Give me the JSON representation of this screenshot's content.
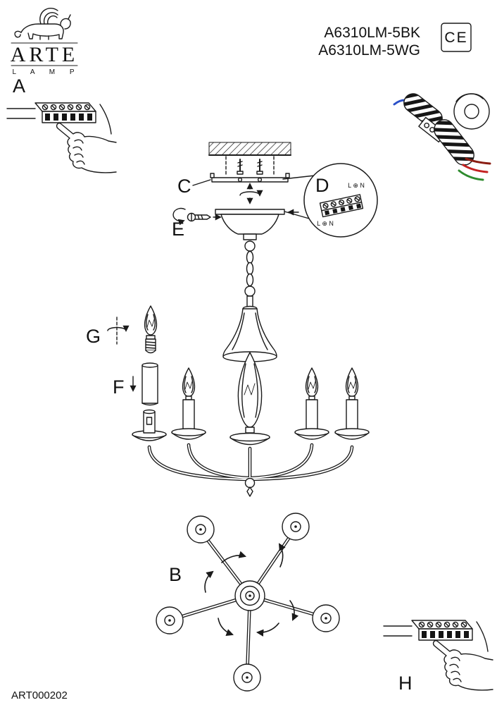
{
  "header": {
    "brand": "ARTE",
    "brand_sub": "L A M P",
    "models": [
      "A6310LM-5BK",
      "A6310LM-5WG"
    ],
    "ce_mark": "CE"
  },
  "step_labels": {
    "a": "A",
    "b": "B",
    "c": "C",
    "d": "D",
    "e": "E",
    "f": "F",
    "g": "G",
    "h": "H"
  },
  "wiring_detail": {
    "terminal_label": "L ⊕ N"
  },
  "footer": {
    "part_number": "ART000202"
  },
  "colors": {
    "line": "#1a1a1a",
    "wire_blue": "#2b50c8",
    "wire_green": "#2e8b2e",
    "wire_red": "#c42222",
    "wire_brown": "#8a1d12"
  }
}
